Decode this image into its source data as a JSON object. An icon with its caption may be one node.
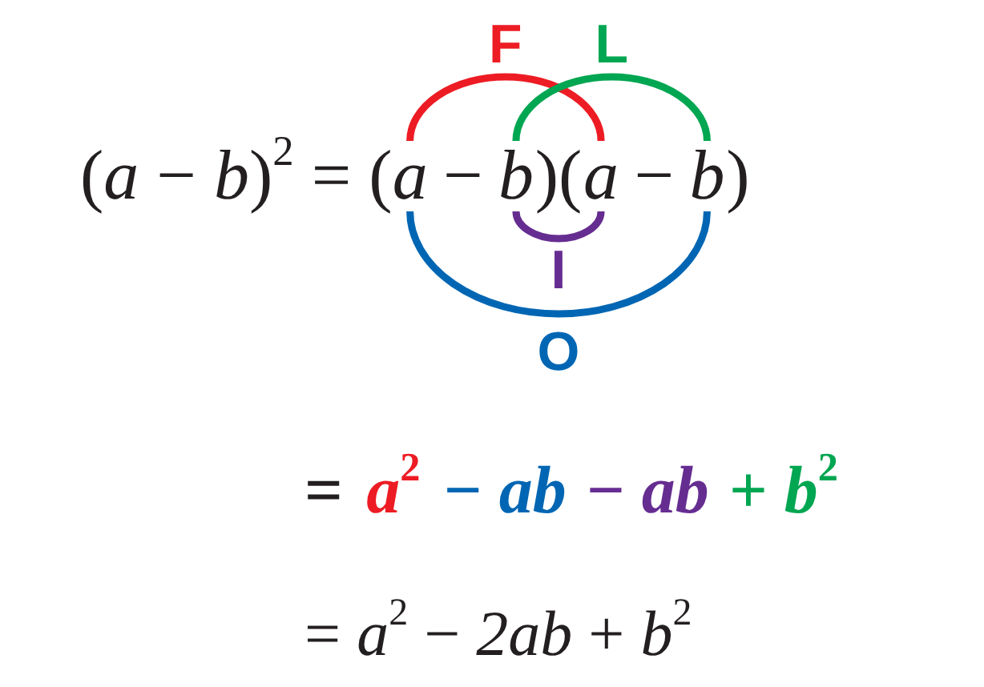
{
  "diagram": {
    "nodes": [
      {
        "text": [
          "a"
        ]
      },
      {
        "text": [
          "b"
        ]
      },
      {
        "text": [
          "a"
        ]
      },
      {
        "text": [
          "b"
        ]
      }
    ],
    "edges": [
      {
        "from": 0,
        "to": 2,
        "arrow": "none",
        "label": "F",
        "color": "#ed1c24"
      },
      {
        "from": 1,
        "to": 3,
        "arrow": "none",
        "label": "L",
        "color": "#00a651"
      },
      {
        "from": 1,
        "to": 2,
        "arrow": "none",
        "label": "I",
        "color": "#662d91"
      },
      {
        "from": 0,
        "to": 3,
        "arrow": "none",
        "label": "O",
        "color": "#0066b3"
      }
    ],
    "labels": [
      "(*a* − *b*)$^{2}$ = (",
      "−",
      ")(",
      "−",
      ")",
      "=",
      "*a*$^{2}$",
      "− *ab*",
      "− *ab*",
      "+ *b*$^{2}$",
      "= *a*$^{2}$ − *2ab* + *b*$^{2}$"
    ]
  }
}
